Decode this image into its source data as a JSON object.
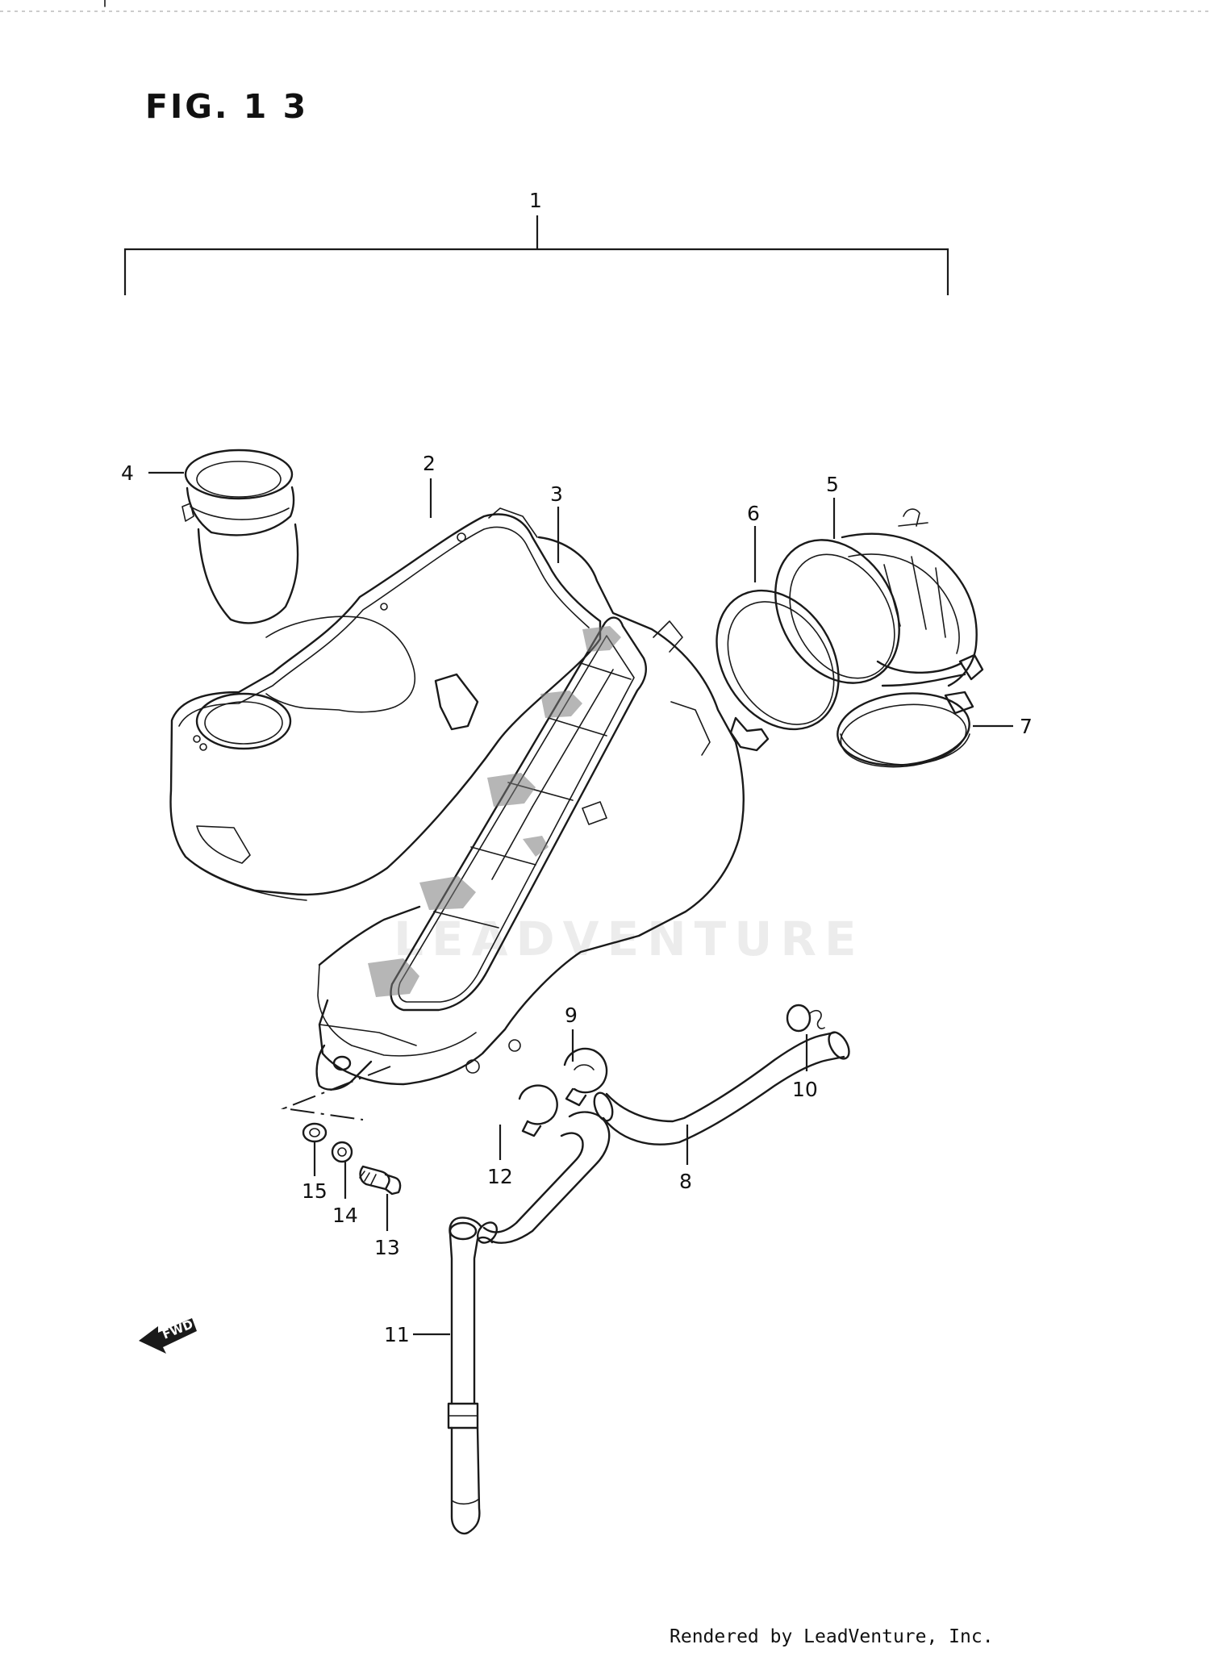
{
  "figure": {
    "title": "FIG. 1 3"
  },
  "callouts": [
    {
      "id": "1",
      "label": "1"
    },
    {
      "id": "2",
      "label": "2"
    },
    {
      "id": "3",
      "label": "3"
    },
    {
      "id": "4",
      "label": "4"
    },
    {
      "id": "5",
      "label": "5"
    },
    {
      "id": "6",
      "label": "6"
    },
    {
      "id": "7",
      "label": "7"
    },
    {
      "id": "8",
      "label": "8"
    },
    {
      "id": "9",
      "label": "9"
    },
    {
      "id": "10",
      "label": "10"
    },
    {
      "id": "11",
      "label": "11"
    },
    {
      "id": "12",
      "label": "12"
    },
    {
      "id": "13",
      "label": "13"
    },
    {
      "id": "14",
      "label": "14"
    },
    {
      "id": "15",
      "label": "15"
    }
  ],
  "fwd_arrow": {
    "label": "FWD",
    "icon": "fwd-arrow-icon"
  },
  "watermark": {
    "text": "LEADVENTURE"
  },
  "footer": {
    "text": "Rendered by LeadVenture, Inc."
  }
}
